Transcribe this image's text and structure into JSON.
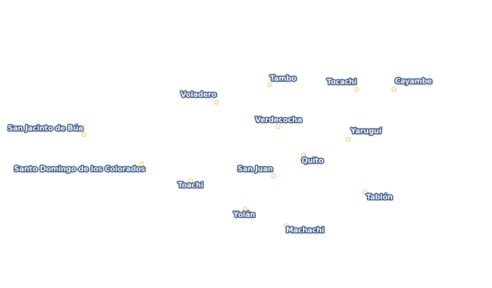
{
  "map": {
    "places": [
      {
        "id": "tambo",
        "name": "Tambo"
      },
      {
        "id": "tocachi",
        "name": "Tocachi"
      },
      {
        "id": "cayambe",
        "name": "Cayambe"
      },
      {
        "id": "voladero",
        "name": "Voladero"
      },
      {
        "id": "verdecocha",
        "name": "Verdecocha"
      },
      {
        "id": "yarugui",
        "name": "Yaruguí"
      },
      {
        "id": "san-jacinto-de-bua",
        "name": "San Jacinto de Búa"
      },
      {
        "id": "quito",
        "name": "Quito"
      },
      {
        "id": "santo-domingo",
        "name": "Santo Domingo de los Colorados"
      },
      {
        "id": "san-juan",
        "name": "San Juan"
      },
      {
        "id": "toachi",
        "name": "Toachi"
      },
      {
        "id": "tablon",
        "name": "Tablón"
      },
      {
        "id": "yolan",
        "name": "Yolán"
      },
      {
        "id": "machachi",
        "name": "Machachi"
      }
    ]
  }
}
